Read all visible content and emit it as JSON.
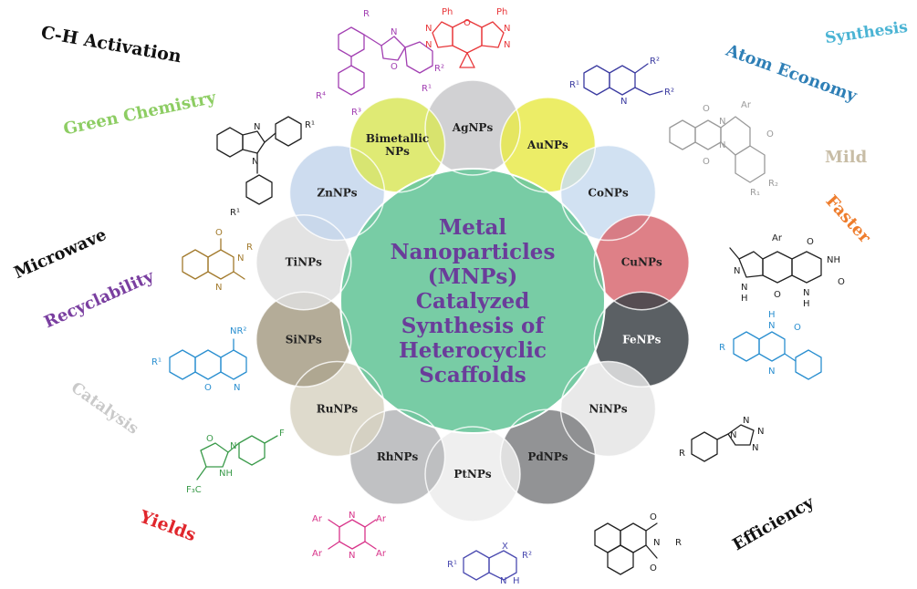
{
  "center": {
    "lines": [
      "Metal",
      "Nanoparticles",
      "(MNPs)",
      "Catalyzed",
      "Synthesis of",
      "Heterocyclic",
      "Scaffolds"
    ],
    "color": "#6a3d9a",
    "fill": "#6dc89d"
  },
  "nanoparticles": [
    {
      "label": "AgNPs",
      "color": "#c9c9cb"
    },
    {
      "label": "AuNPs",
      "color": "#e9ea4c"
    },
    {
      "label": "CoNPs",
      "color": "#c9dcf0"
    },
    {
      "label": "CuNPs",
      "color": "#d86a72"
    },
    {
      "label": "FeNPs",
      "color": "#3e4449"
    },
    {
      "label": "NiNPs",
      "color": "#e5e5e5"
    },
    {
      "label": "PdNPs",
      "color": "#7f8083"
    },
    {
      "label": "PtNPs",
      "color": "#ececec"
    },
    {
      "label": "RhNPs",
      "color": "#b5b6b8"
    },
    {
      "label": "RuNPs",
      "color": "#d8d3c3"
    },
    {
      "label": "SiNPs",
      "color": "#a79d86"
    },
    {
      "label": "TiNPs",
      "color": "#dedede"
    },
    {
      "label": "ZnNPs",
      "color": "#c4d6ec"
    },
    {
      "label": "Bimetallic NPs",
      "color": "#d9e65c"
    }
  ],
  "keywords": [
    {
      "label": "C-H Activation",
      "color": "#111111"
    },
    {
      "label": "Green Chemistry",
      "color": "#8dcd63"
    },
    {
      "label": "Microwave",
      "color": "#111111"
    },
    {
      "label": "Recyclability",
      "color": "#7a3fa0"
    },
    {
      "label": "Catalysis",
      "color": "#c9c9c9"
    },
    {
      "label": "Yields",
      "color": "#e0262c"
    },
    {
      "label": "Synthesis",
      "color": "#4bb4d4"
    },
    {
      "label": "Atom Economy",
      "color": "#2e7fb6"
    },
    {
      "label": "Mild",
      "color": "#c8bda6"
    },
    {
      "label": "Faster",
      "color": "#ee7d2d"
    },
    {
      "label": "Efficiency",
      "color": "#111111"
    }
  ],
  "structures": {
    "benzoxazole": {
      "labels": [
        "R",
        "R⁴",
        "R³",
        "R²",
        "R¹",
        "N",
        "O"
      ],
      "color": "#a23fb2"
    },
    "pyrazolopyran": {
      "labels": [
        "Ph",
        "Ph",
        "N",
        "N",
        "O",
        "N",
        "N"
      ],
      "color": "#e8373a"
    },
    "quinoline": {
      "labels": [
        "R¹",
        "R²",
        "R²",
        "N"
      ],
      "color": "#3a3aa0"
    },
    "phthalazine": {
      "labels": [
        "O",
        "O",
        "Ar",
        "O",
        "N",
        "N",
        "R₁",
        "R₂"
      ],
      "color": "#9a9a9a"
    },
    "benzimidazole": {
      "labels": [
        "N",
        "N",
        "R¹",
        "R¹"
      ],
      "color": "#222222"
    },
    "pyranopyrimidine": {
      "labels": [
        "Ar",
        "O",
        "NH",
        "O",
        "N",
        "H",
        "N",
        "O",
        "N",
        "H"
      ],
      "color": "#222222"
    },
    "quinazolinone": {
      "labels": [
        "O",
        "N",
        "R",
        "N"
      ],
      "color": "#a27a2c"
    },
    "quinoxalinone": {
      "labels": [
        "H",
        "N",
        "O",
        "R",
        "N"
      ],
      "color": "#2a8fd0"
    },
    "chromenopyridine": {
      "labels": [
        "NR²",
        "R¹",
        "O",
        "N"
      ],
      "color": "#2a8fd0"
    },
    "tetrazole": {
      "labels": [
        "N",
        "N",
        "N",
        "N",
        "R"
      ],
      "color": "#222222"
    },
    "oxadiazole": {
      "labels": [
        "O",
        "N",
        "NH",
        "F",
        "F₃C"
      ],
      "color": "#3a9a4a"
    },
    "naphthalimide": {
      "labels": [
        "O",
        "N",
        "R",
        "O"
      ],
      "color": "#222222"
    },
    "pyrazine": {
      "labels": [
        "Ar",
        "Ar",
        "N",
        "N",
        "Ar",
        "Ar"
      ],
      "color": "#d8348a"
    },
    "benzoheterocycle": {
      "labels": [
        "R¹",
        "X",
        "R²",
        "N",
        "H"
      ],
      "color": "#4a4ab0"
    }
  }
}
